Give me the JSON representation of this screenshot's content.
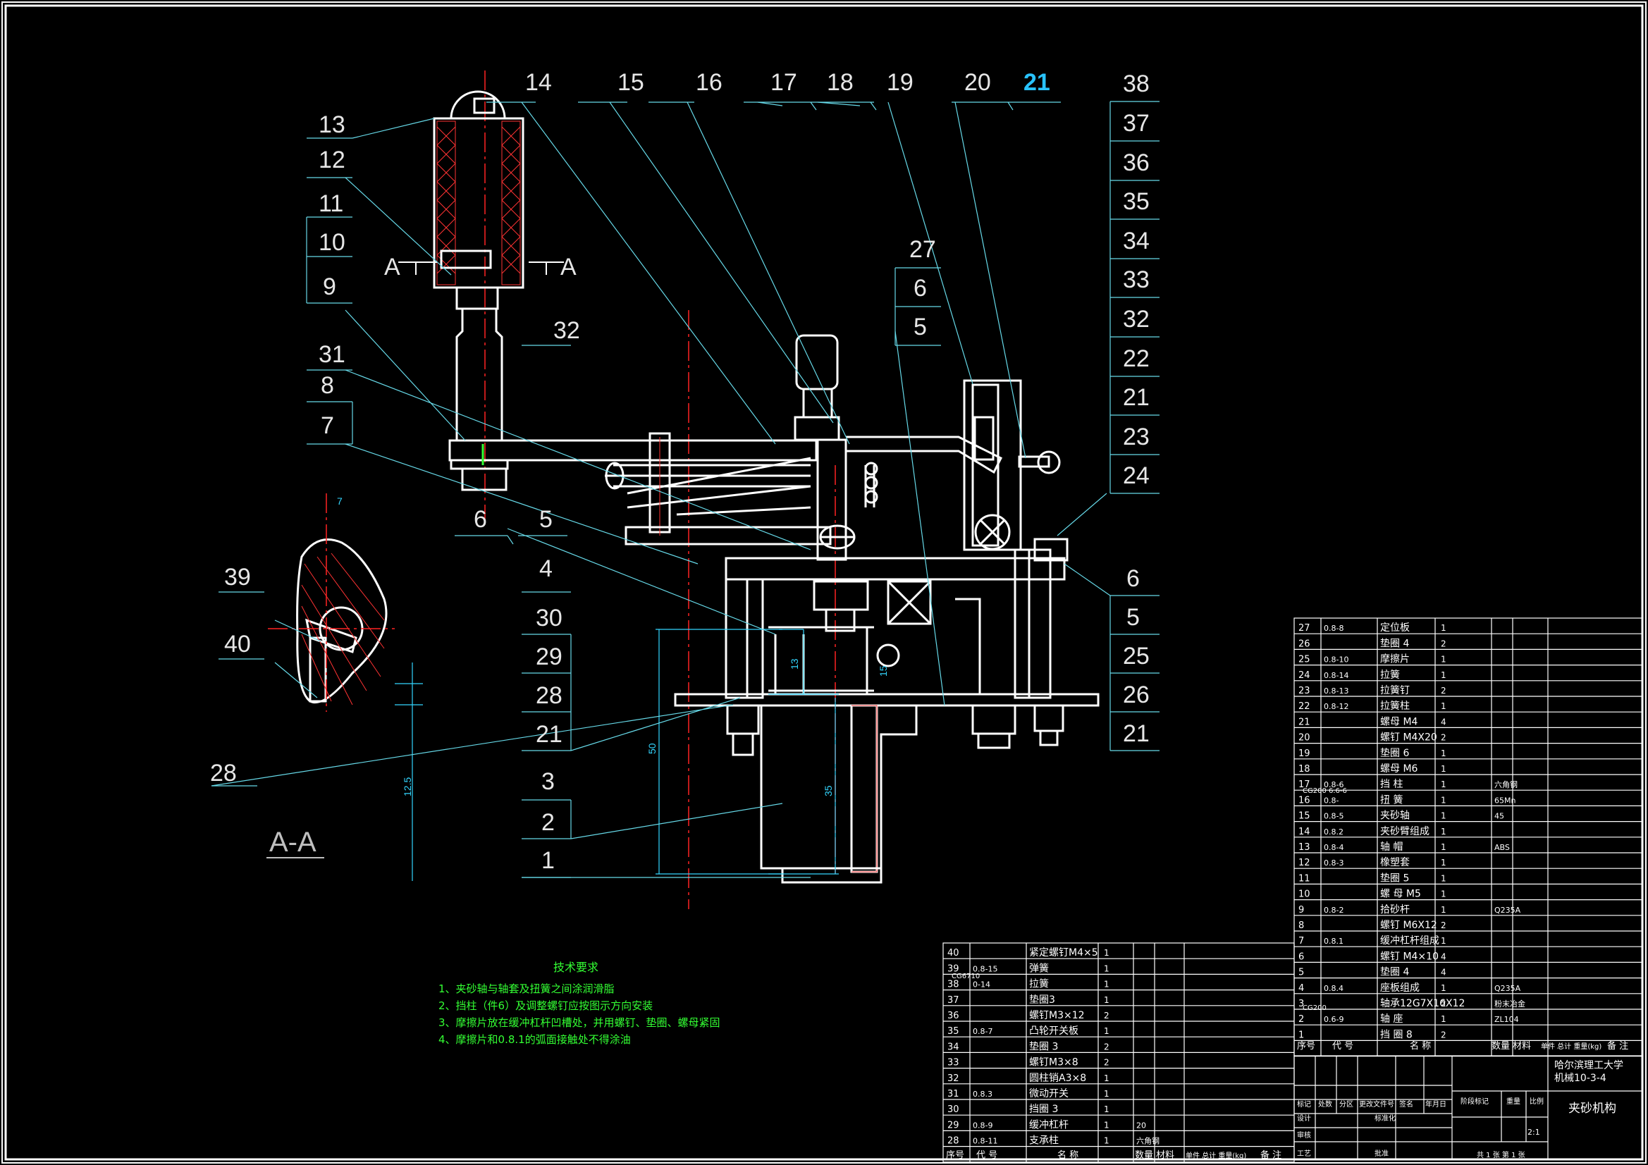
{
  "balloons_top": [
    "14",
    "15",
    "16",
    "17",
    "18",
    "19",
    "20",
    "21"
  ],
  "balloons_right": [
    "38",
    "37",
    "36",
    "35",
    "34",
    "33",
    "32",
    "22",
    "21",
    "23",
    "24"
  ],
  "balloons_right_lower": [
    "6",
    "5",
    "25",
    "26",
    "21"
  ],
  "balloons_left_upper": [
    "13",
    "12",
    "11",
    "10",
    "9",
    "32",
    "31",
    "8",
    "7"
  ],
  "balloons_left_lower": [
    "6",
    "5",
    "4",
    "30",
    "29",
    "28",
    "21",
    "3",
    "2",
    "1"
  ],
  "balloons_mid": [
    "27",
    "6",
    "5"
  ],
  "balloons_aa": [
    "39",
    "40",
    "28"
  ],
  "section_marks": {
    "left": "A",
    "right": "A",
    "view_label": "A-A"
  },
  "dimensions": {
    "d50": "50",
    "d35": "35",
    "d13": "13",
    "d15": "15",
    "d125": "12.5",
    "d7": "7"
  },
  "tech_requirements": {
    "title": "技术要求",
    "items": [
      "1、夹砂轴与轴套及扭簧之间涂润滑脂",
      "2、挡柱（件6）及调整螺钉应按图示方向安装",
      "3、摩擦片放在缓冲杠杆凹槽处，并用螺钉、垫圈、螺母紧固",
      "4、摩擦片和0.8.1的弧面接触处不得涂油"
    ]
  },
  "bom_right": [
    {
      "no": "27",
      "code": "0.8-8",
      "name": "定位板",
      "qty": "1",
      "mat": ""
    },
    {
      "no": "26",
      "code": "",
      "name": "垫圈 4",
      "qty": "2",
      "mat": ""
    },
    {
      "no": "25",
      "code": "0.8-10",
      "name": "摩擦片",
      "qty": "1",
      "mat": ""
    },
    {
      "no": "24",
      "code": "0.8-14",
      "name": "拉簧",
      "qty": "1",
      "mat": ""
    },
    {
      "no": "23",
      "code": "0.8-13",
      "name": "拉簧钉",
      "qty": "2",
      "mat": ""
    },
    {
      "no": "22",
      "code": "0.8-12",
      "name": "拉簧柱",
      "qty": "1",
      "mat": ""
    },
    {
      "no": "21",
      "code": "",
      "name": "螺母 M4",
      "qty": "4",
      "mat": ""
    },
    {
      "no": "20",
      "code": "",
      "name": "螺钉 M4X20",
      "qty": "2",
      "mat": ""
    },
    {
      "no": "19",
      "code": "",
      "name": "垫圈 6",
      "qty": "1",
      "mat": ""
    },
    {
      "no": "18",
      "code": "",
      "name": "螺母 M6",
      "qty": "1",
      "mat": ""
    },
    {
      "no": "17",
      "code": "0.8-6",
      "name": "挡  柱",
      "qty": "1",
      "mat": "六角钢"
    },
    {
      "no": "16",
      "code": "0.8-",
      "name": "扭  簧",
      "qty": "1",
      "mat": "65Mn"
    },
    {
      "no": "15",
      "code": "0.8-5",
      "name": "夹砂轴",
      "qty": "1",
      "mat": "45"
    },
    {
      "no": "14",
      "code": "0.8.2",
      "name": "夹砂臂组成",
      "qty": "1",
      "mat": ""
    },
    {
      "no": "13",
      "code": "0.8-4",
      "name": "轴  帽",
      "qty": "1",
      "mat": "ABS"
    },
    {
      "no": "12",
      "code": "0.8-3",
      "name": "橡塑套",
      "qty": "1",
      "mat": ""
    },
    {
      "no": "11",
      "code": "",
      "name": "垫圈 5",
      "qty": "1",
      "mat": ""
    },
    {
      "no": "10",
      "code": "",
      "name": "螺  母 M5",
      "qty": "1",
      "mat": ""
    },
    {
      "no": "9",
      "code": "0.8-2",
      "name": "拾砂杆",
      "qty": "1",
      "mat": "Q235A"
    },
    {
      "no": "8",
      "code": "",
      "name": "螺钉 M6X12",
      "qty": "2",
      "mat": ""
    },
    {
      "no": "7",
      "code": "0.8.1",
      "name": "缓冲杠杆组成",
      "qty": "1",
      "mat": ""
    },
    {
      "no": "6",
      "code": "",
      "name": "螺钉 M4×10",
      "qty": "4",
      "mat": ""
    },
    {
      "no": "5",
      "code": "",
      "name": "垫圈 4",
      "qty": "4",
      "mat": ""
    },
    {
      "no": "4",
      "code": "0.8.4",
      "name": "座板组成",
      "qty": "1",
      "mat": "Q235A"
    },
    {
      "no": "3",
      "code": "",
      "name": "轴承12G7X16X12",
      "qty": "2",
      "mat": "粉末冶金"
    },
    {
      "no": "2",
      "code": "0.6-9",
      "name": "轴  座",
      "qty": "1",
      "mat": "ZL104"
    },
    {
      "no": "1",
      "code": "",
      "name": "挡  圈 8",
      "qty": "2",
      "mat": ""
    }
  ],
  "bom_bottom": [
    {
      "no": "40",
      "code": "",
      "name": "紧定螺钉M4×5",
      "qty": "1",
      "mat": ""
    },
    {
      "no": "39",
      "code": "0.8-15",
      "name": "弹簧",
      "qty": "1",
      "mat": ""
    },
    {
      "no": "38",
      "code": "0-14",
      "name": "拉簧",
      "qty": "1",
      "mat": ""
    },
    {
      "no": "37",
      "code": "",
      "name": "垫圈3",
      "qty": "1",
      "mat": ""
    },
    {
      "no": "36",
      "code": "",
      "name": "螺钉M3×12",
      "qty": "2",
      "mat": ""
    },
    {
      "no": "35",
      "code": "0.8-7",
      "name": "凸轮开关板",
      "qty": "1",
      "mat": ""
    },
    {
      "no": "34",
      "code": "",
      "name": "垫圈 3",
      "qty": "2",
      "mat": ""
    },
    {
      "no": "33",
      "code": "",
      "name": "螺钉M3×8",
      "qty": "2",
      "mat": ""
    },
    {
      "no": "32",
      "code": "",
      "name": "圆柱销A3×8",
      "qty": "1",
      "mat": ""
    },
    {
      "no": "31",
      "code": "0.8.3",
      "name": "微动开关",
      "qty": "1",
      "mat": ""
    },
    {
      "no": "30",
      "code": "",
      "name": "挡圈 3",
      "qty": "1",
      "mat": ""
    },
    {
      "no": "29",
      "code": "0.8-9",
      "name": "缓冲杠杆",
      "qty": "1",
      "mat": "20"
    },
    {
      "no": "28",
      "code": "0.8-11",
      "name": "支承柱",
      "qty": "1",
      "mat": "六角钢"
    }
  ],
  "bom_header": {
    "no": "序号",
    "code": "代  号",
    "name": "名  称",
    "qty": "数量",
    "mat": "材料",
    "weight": "单件 总计 重量(kg)",
    "note": "备  注"
  },
  "bom_extra_codes": {
    "r16": "CG200 6.6-6",
    "r2": "CG200",
    "b38": "CG6710"
  },
  "title_block": {
    "school": "哈尔滨理工大学",
    "class": "机械10-3-4",
    "drawing_name": "夹砂机构",
    "scale": "2:1",
    "sheet": "共 1 张  第 1 张",
    "labels": [
      "标记",
      "处数",
      "分区",
      "更改文件号",
      "签名",
      "年月日",
      "设计",
      "标准化",
      "阶段标记",
      "重量",
      "比例",
      "审核",
      "工艺",
      "批准"
    ]
  }
}
